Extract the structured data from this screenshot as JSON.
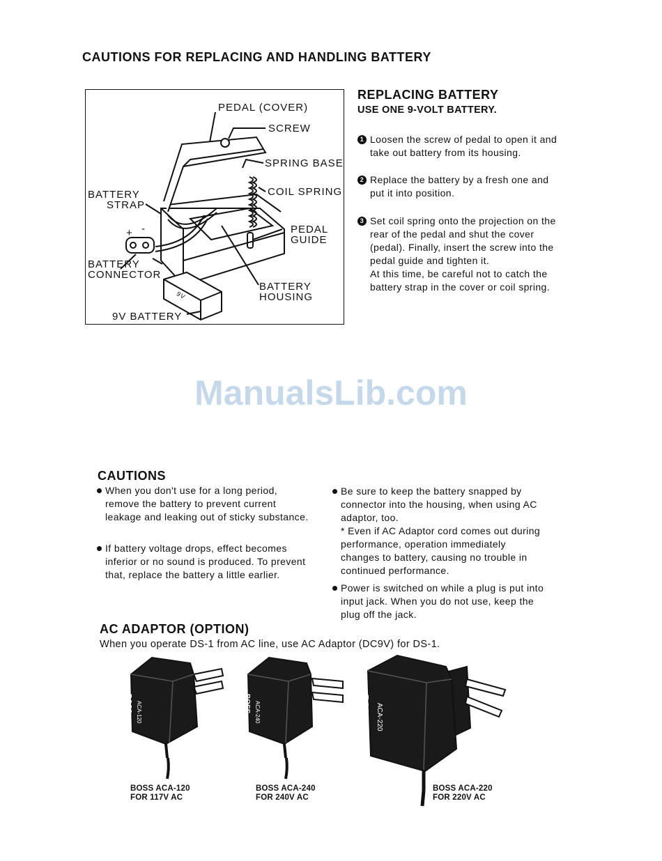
{
  "page": {
    "title": "CAUTIONS FOR REPLACING AND HANDLING BATTERY",
    "watermark": "ManualsLib.com"
  },
  "diagram": {
    "labels": {
      "pedal_cover": "PEDAL (COVER)",
      "screw": "SCREW",
      "spring_base": "SPRING BASE",
      "coil_spring": "COIL SPRING",
      "battery_strap_1": "BATTERY",
      "battery_strap_2": "STRAP",
      "pedal_guide_1": "PEDAL",
      "pedal_guide_2": "GUIDE",
      "battery_connector_1": "BATTERY",
      "battery_connector_2": "CONNECTOR",
      "battery_housing_1": "BATTERY",
      "battery_housing_2": "HOUSING",
      "battery_9v": "9V BATTERY",
      "plus": "+",
      "minus": "-",
      "battery_print": "9V"
    }
  },
  "replacing": {
    "title": "REPLACING BATTERY",
    "subtitle": "USE ONE 9-VOLT BATTERY.",
    "steps": [
      {
        "num": "1",
        "text": "Loosen the screw of pedal to open it and take out battery from its housing."
      },
      {
        "num": "2",
        "text": "Replace the battery by a fresh one and put it into position."
      },
      {
        "num": "3",
        "text": "Set coil spring onto the projection on the rear of the pedal and shut the cover (pedal). Finally, insert the screw into the pedal guide and tighten it."
      }
    ],
    "note": "At this time, be careful not to catch the battery strap in the cover or coil spring."
  },
  "cautions": {
    "title": "CAUTIONS",
    "left": [
      "When you don't use for a long period, remove the battery to prevent current leakage and leaking out of sticky substance.",
      "If battery voltage drops, effect becomes inferior or no sound is produced. To prevent that, replace the battery a little earlier."
    ],
    "right_1": "Be sure to keep the battery snapped by connector into the housing, when using AC adaptor, too.",
    "right_note": "* Even if AC Adaptor cord comes out during performance, operation immediately changes to battery, causing no trouble in continued performance.",
    "right_2": "Power is switched on while a plug is put into input jack. When you do not use, keep the plug off the jack."
  },
  "ac_adaptor": {
    "title": "AC ADAPTOR (OPTION)",
    "description": "When you operate DS-1 from AC line, use AC Adaptor (DC9V) for DS-1.",
    "units": [
      {
        "brand": "BOSS",
        "model": "ACA-120",
        "caption_1": "BOSS ACA-120",
        "caption_2": "FOR 117V AC"
      },
      {
        "brand": "BOSS",
        "model": "ACA-240",
        "caption_1": "BOSS ACA-240",
        "caption_2": "FOR 240V AC"
      },
      {
        "brand": "BOSS",
        "model": "ACA-220",
        "caption_1": "BOSS ACA-220",
        "caption_2": "FOR 220V AC"
      }
    ]
  }
}
